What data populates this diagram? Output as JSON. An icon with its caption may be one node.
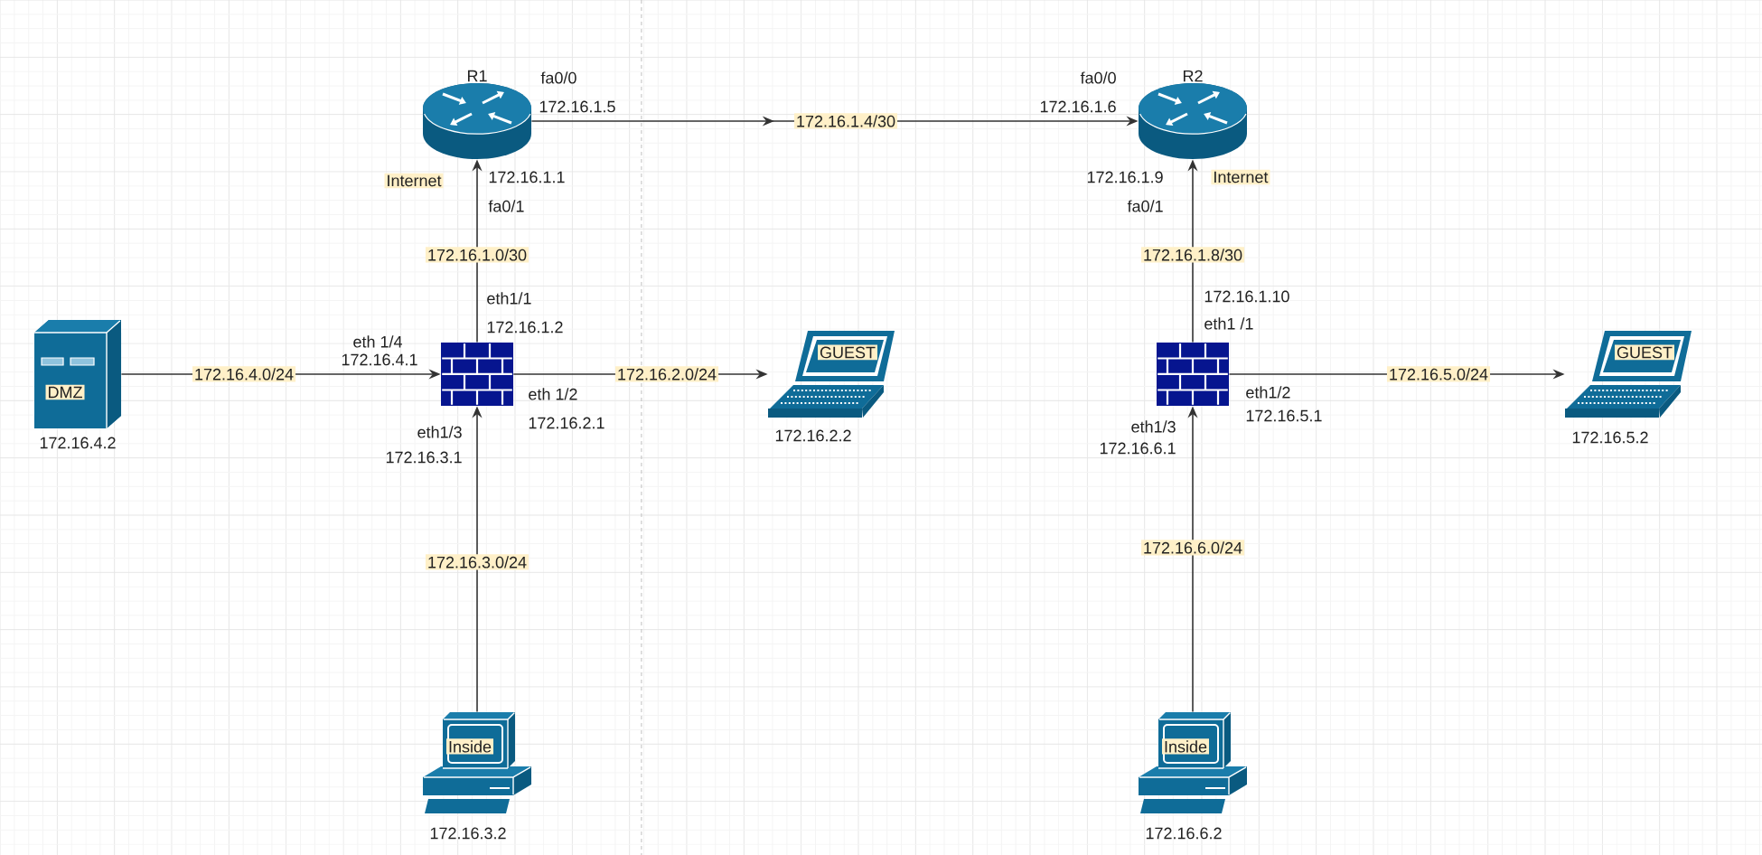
{
  "diagram": {
    "nodes": [
      {
        "text": [
          "R1"
        ],
        "beside": [
          "fa0/0",
          "172.16.1.5",
          "Internet",
          "172.16.1.1",
          "fa0/1"
        ]
      },
      {
        "text": [
          "R2"
        ],
        "beside": [
          "fa0/0",
          "172.16.1.6",
          "172.16.1.9",
          "fa0/1",
          "Internet"
        ]
      },
      {
        "text": [
          "DMZ"
        ],
        "beside": [
          "172.16.4.2"
        ]
      },
      {
        "text": [],
        "shape": "picture",
        "beside": [
          "eth1/1",
          "172.16.1.2",
          "eth 1/4",
          "172.16.4.1",
          "eth 1/2",
          "172.16.2.1",
          "eth1/3",
          "172.16.3.1"
        ]
      },
      {
        "text": [
          "GUEST"
        ],
        "beside": [
          "172.16.2.2"
        ]
      },
      {
        "text": [],
        "shape": "picture",
        "beside": [
          "172.16.1.10",
          "eth1 /1",
          "eth1/2",
          "172.16.5.1",
          "eth1/3",
          "172.16.6.1"
        ]
      },
      {
        "text": [
          "GUEST"
        ],
        "beside": [
          "172.16.5.2"
        ]
      },
      {
        "text": [
          "Inside"
        ],
        "beside": [
          "172.16.3.2"
        ]
      },
      {
        "text": [
          "Inside"
        ],
        "beside": [
          "172.16.6.2"
        ]
      }
    ],
    "edges": [
      {
        "from": 0,
        "to": 1,
        "arrow": "to",
        "label": "172.16.1.4/30"
      },
      {
        "from": 3,
        "to": 0,
        "arrow": "to",
        "label": "172.16.1.0/30"
      },
      {
        "from": 2,
        "to": 3,
        "arrow": "to",
        "label": "172.16.4.0/24"
      },
      {
        "from": 3,
        "to": 4,
        "arrow": "to",
        "label": "172.16.2.0/24"
      },
      {
        "from": 7,
        "to": 3,
        "arrow": "to",
        "label": "172.16.3.0/24"
      },
      {
        "from": 5,
        "to": 1,
        "arrow": "to",
        "label": "172.16.1.8/30"
      },
      {
        "from": 5,
        "to": 6,
        "arrow": "to",
        "label": "172.16.5.0/24"
      },
      {
        "from": 8,
        "to": 5,
        "arrow": "to",
        "label": "172.16.6.0/24"
      }
    ]
  }
}
